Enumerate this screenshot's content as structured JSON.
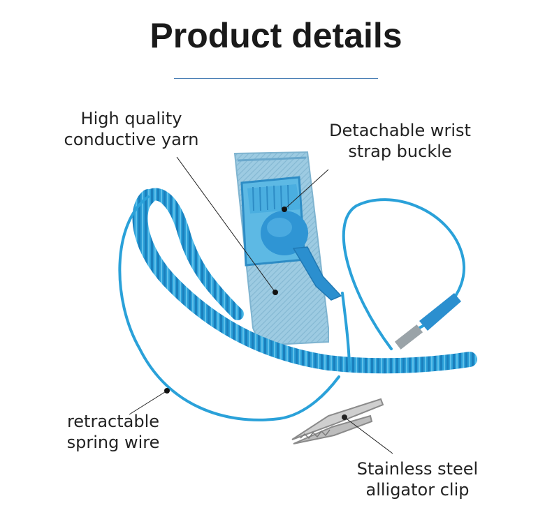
{
  "title": "Product details",
  "callouts": {
    "yarn": {
      "line1": "High quality",
      "line2": "conductive yarn"
    },
    "buckle": {
      "line1": "Detachable wrist",
      "line2": "strap buckle"
    },
    "spring": {
      "line1": "retractable",
      "line2": "spring wire"
    },
    "clip": {
      "line1": "Stainless steel",
      "line2": "alligator clip"
    }
  },
  "colors": {
    "cable": "#2aa1d9",
    "strap": "#8fc3de",
    "buckle": "#2f95d4",
    "clip": "#c8c8c8"
  }
}
